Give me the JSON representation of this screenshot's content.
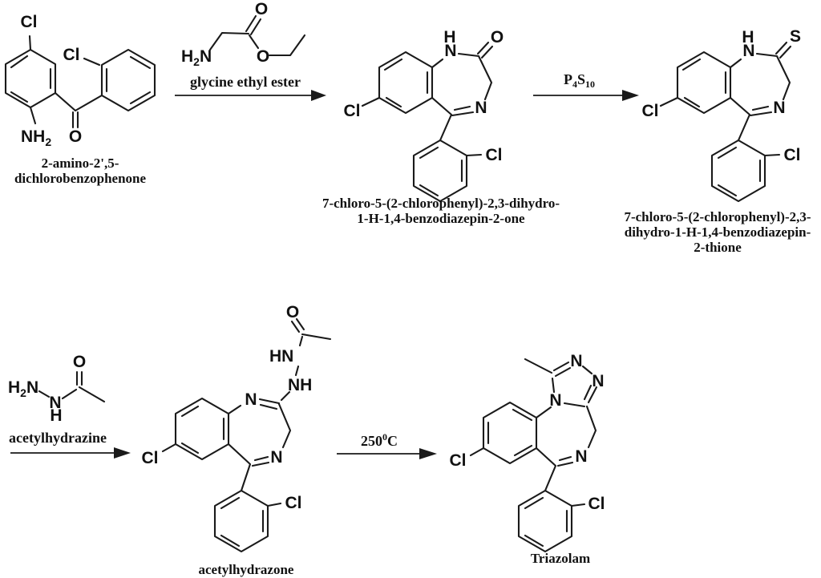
{
  "figure": {
    "background": "#ffffff",
    "line_color": "#1a1a1a",
    "compounds": [
      {
        "id": "benzophenone",
        "name_lines": [
          "2-amino-2',5-",
          "dichlorobenzophenone"
        ]
      },
      {
        "id": "benzodiazepinone",
        "name_lines": [
          "7-chloro-5-(2-chlorophenyl)-2,3-dihydro-",
          "1-H-1,4-benzodiazepin-2-one"
        ]
      },
      {
        "id": "thione",
        "name_lines": [
          "7-chloro-5-(2-chlorophenyl)-2,3-",
          "dihydro-1-H-1,4-benzodiazepin-",
          "2-thione"
        ]
      },
      {
        "id": "acetylhydrazone",
        "name_lines": [
          "acetylhydrazone"
        ]
      },
      {
        "id": "triazolam",
        "name_lines": [
          "Triazolam"
        ]
      }
    ],
    "reagents": {
      "glycine": "glycine ethyl ester",
      "acetylhydrazine": "acetylhydrazine",
      "p4s10": {
        "p": "P",
        "sub4": "4",
        "s": "S",
        "sub10": "10"
      },
      "temp": {
        "num": "250",
        "sup": "0",
        "unit": "C"
      }
    },
    "atoms": {
      "cl": "Cl",
      "n": "N",
      "o": "O",
      "s": "S",
      "h": "H",
      "hn": "HN",
      "nh": "NH",
      "two": "2"
    }
  }
}
